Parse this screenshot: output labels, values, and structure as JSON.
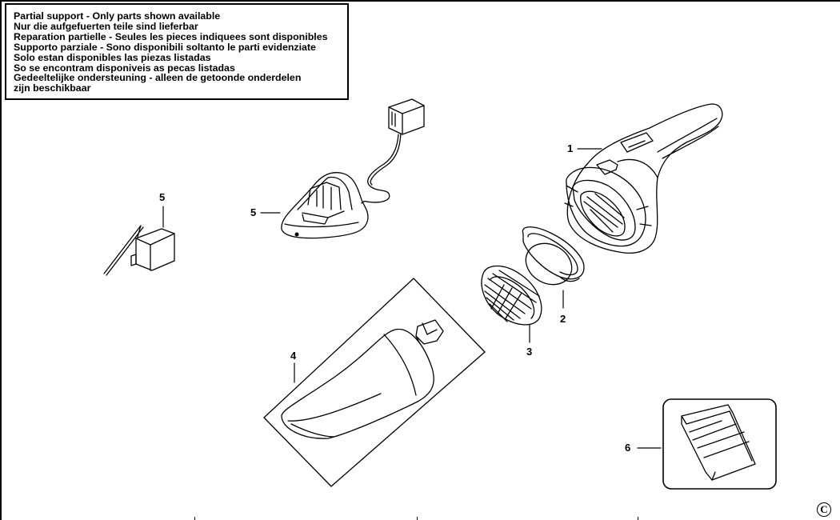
{
  "notice": {
    "lines": [
      "Partial support - Only parts shown available",
      "Nur die aufgefuerten teile sind lieferbar",
      "Reparation partielle - Seules les pieces indiquees sont disponibles",
      "Supporto parziale - Sono disponibili soltanto le parti evidenziate",
      "Solo estan disponibles las piezas listadas",
      "So se encontram disponiveis as pecas listadas",
      "Gedeeltelijke ondersteuning - alleen de getoonde onderdelen",
      "zijn beschikbaar"
    ]
  },
  "callouts": {
    "part1": "1",
    "part2": "2",
    "part3": "3",
    "part4": "4",
    "part5_adapter": "5",
    "part5_base": "5",
    "part6": "6"
  },
  "footer": {
    "copyright_symbol": "C"
  }
}
